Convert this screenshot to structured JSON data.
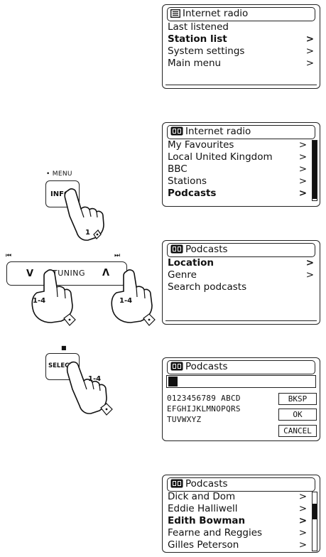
{
  "screens": [
    {
      "title": "Internet radio",
      "icon": "list-icon",
      "items": [
        {
          "label": "Last listened",
          "arrow": "",
          "bold": false
        },
        {
          "label": "Station list",
          "arrow": ">",
          "bold": true
        },
        {
          "label": "System settings",
          "arrow": ">",
          "bold": false
        },
        {
          "label": "Main menu",
          "arrow": ">",
          "bold": false
        }
      ]
    },
    {
      "title": "Internet radio",
      "icon": "radio-station-icon",
      "items": [
        {
          "label": "My Favourites",
          "arrow": ">",
          "bold": false
        },
        {
          "label": "Local United Kingdom",
          "arrow": ">",
          "bold": false
        },
        {
          "label": "BBC",
          "arrow": ">",
          "bold": false
        },
        {
          "label": "Stations",
          "arrow": ">",
          "bold": false
        },
        {
          "label": "Podcasts",
          "arrow": ">",
          "bold": true
        }
      ]
    },
    {
      "title": "Podcasts",
      "icon": "radio-station-icon",
      "items": [
        {
          "label": "Location",
          "arrow": ">",
          "bold": true
        },
        {
          "label": "Genre",
          "arrow": ">",
          "bold": false
        },
        {
          "label": "Search podcasts",
          "arrow": "",
          "bold": false
        }
      ]
    },
    {
      "title": "Podcasts",
      "icon": "radio-station-icon",
      "keyboard": {
        "rows": [
          "0123456789 ABCD",
          "EFGHIJKLMNOPQRS",
          "TUVWXYZ"
        ],
        "buttons": [
          "BKSP",
          "OK",
          "CANCEL"
        ]
      }
    },
    {
      "title": "Podcasts",
      "icon": "radio-station-icon",
      "items": [
        {
          "label": "Dick and Dom",
          "arrow": ">",
          "bold": false
        },
        {
          "label": "Eddie Halliwell",
          "arrow": ">",
          "bold": false
        },
        {
          "label": "Edith Bowman",
          "arrow": ">",
          "bold": true
        },
        {
          "label": "Fearne and Reggies",
          "arrow": ">",
          "bold": false
        },
        {
          "label": "Gilles Peterson",
          "arrow": ">",
          "bold": false
        }
      ]
    }
  ],
  "controls": {
    "menu_label": "• MENU",
    "info_button": "INFO",
    "step_info": "1",
    "prev_symbol": "⏮",
    "next_symbol": "⏭",
    "tuning_down": "V",
    "tuning_label": "TUNING",
    "tuning_up": "Λ",
    "step_tuning_left": "1-4",
    "step_tuning_right": "1-4",
    "stop_symbol": "■",
    "select_button": "SELECT",
    "step_select": "1-4"
  }
}
